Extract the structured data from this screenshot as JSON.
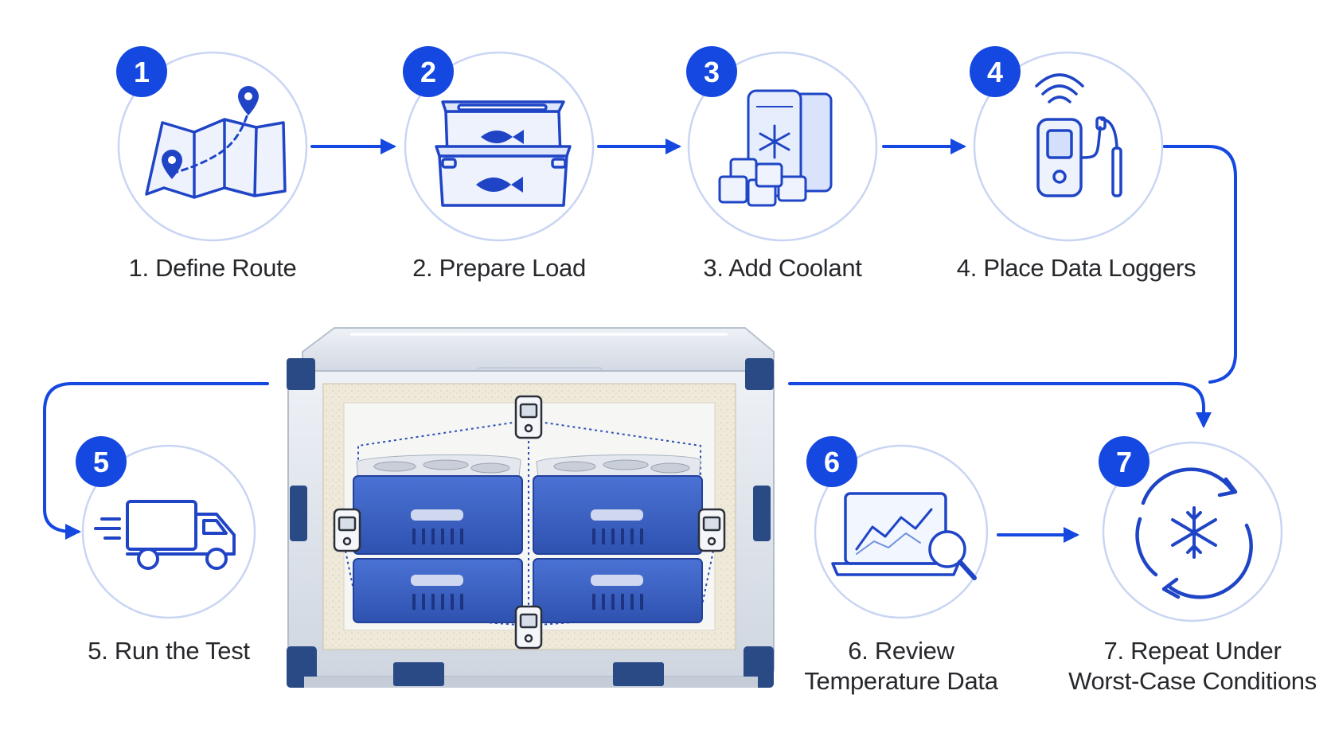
{
  "colors": {
    "accent": "#1548e0",
    "circle_stroke": "#c9d5f3",
    "icon_stroke": "#1f45c6",
    "icon_fill": "#e5ecfc",
    "label_text": "#26282c",
    "case_shell": "#e1e5ec",
    "case_corner": "#2a4a86",
    "foam": "#efe9d9",
    "crate": "#3d63c6"
  },
  "steps": [
    {
      "badge": "1",
      "label_lines": [
        "1. Define Route"
      ],
      "icon": "map-route-icon"
    },
    {
      "badge": "2",
      "label_lines": [
        "2. Prepare Load"
      ],
      "icon": "fish-crates-icon"
    },
    {
      "badge": "3",
      "label_lines": [
        "3. Add Coolant"
      ],
      "icon": "ice-packs-icon"
    },
    {
      "badge": "4",
      "label_lines": [
        "4. Place Data Loggers"
      ],
      "icon": "data-logger-icon"
    },
    {
      "badge": "5",
      "label_lines": [
        "5. Run the Test"
      ],
      "icon": "delivery-truck-icon"
    },
    {
      "badge": "6",
      "label_lines": [
        "6. Review",
        "Temperature Data"
      ],
      "icon": "laptop-chart-icon"
    },
    {
      "badge": "7",
      "label_lines": [
        "7. Repeat Under",
        "Worst-Case Conditions"
      ],
      "icon": "snowflake-cycle-icon"
    }
  ],
  "center_image": "insulated-shipping-container-with-fish-crates-and-data-loggers"
}
